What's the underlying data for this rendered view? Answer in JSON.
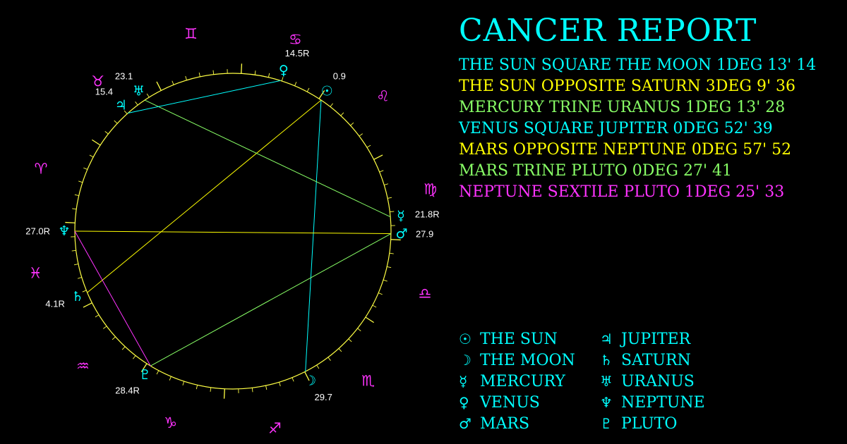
{
  "title": "CANCER REPORT",
  "colors": {
    "background": "#000000",
    "ring": "#ffff44",
    "title": "#00ffff",
    "sign_glyph": "#ff33ff",
    "planet_glyph": "#00ffff",
    "degree_text": "#ffffff"
  },
  "aspects": [
    {
      "text": "THE SUN SQUARE THE MOON 1DEG 13' 14",
      "color": "#00ffff"
    },
    {
      "text": "THE SUN OPPOSITE SATURN 3DEG 9' 36",
      "color": "#ffff00"
    },
    {
      "text": "MERCURY TRINE URANUS 1DEG 13' 28",
      "color": "#88ff66"
    },
    {
      "text": "VENUS SQUARE JUPITER 0DEG 52' 39",
      "color": "#00ffff"
    },
    {
      "text": "MARS OPPOSITE NEPTUNE 0DEG 57' 52",
      "color": "#ffff00"
    },
    {
      "text": "MARS TRINE PLUTO 0DEG 27' 41",
      "color": "#88ff66"
    },
    {
      "text": "NEPTUNE SEXTILE PLUTO 1DEG 25' 33",
      "color": "#ff33ff"
    }
  ],
  "legend": [
    {
      "glyph": "☉",
      "icon": "sun-icon",
      "name": "THE SUN"
    },
    {
      "glyph": "☽",
      "icon": "moon-icon",
      "name": "THE MOON"
    },
    {
      "glyph": "☿",
      "icon": "mercury-icon",
      "name": "MERCURY"
    },
    {
      "glyph": "♀",
      "icon": "venus-icon",
      "name": "VENUS"
    },
    {
      "glyph": "♂",
      "icon": "mars-icon",
      "name": "MARS"
    },
    {
      "glyph": "♃",
      "icon": "jupiter-icon",
      "name": "JUPITER"
    },
    {
      "glyph": "♄",
      "icon": "saturn-icon",
      "name": "SATURN"
    },
    {
      "glyph": "♅",
      "icon": "uranus-icon",
      "name": "URANUS"
    },
    {
      "glyph": "♆",
      "icon": "neptune-icon",
      "name": "NEPTUNE"
    },
    {
      "glyph": "♇",
      "icon": "pluto-icon",
      "name": "PLUTO"
    }
  ],
  "wheel": {
    "signs": [
      {
        "glyph": "♈",
        "name": "aries",
        "longitude": 15
      },
      {
        "glyph": "♉",
        "name": "taurus",
        "longitude": 45
      },
      {
        "glyph": "♊",
        "name": "gemini",
        "longitude": 75
      },
      {
        "glyph": "♋",
        "name": "cancer",
        "longitude": 105
      },
      {
        "glyph": "♌",
        "name": "leo",
        "longitude": 135
      },
      {
        "glyph": "♍",
        "name": "virgo",
        "longitude": 165
      },
      {
        "glyph": "♎",
        "name": "libra",
        "longitude": 195
      },
      {
        "glyph": "♏",
        "name": "scorpio",
        "longitude": 225
      },
      {
        "glyph": "♐",
        "name": "sagittarius",
        "longitude": 255
      },
      {
        "glyph": "♑",
        "name": "capricorn",
        "longitude": 285
      },
      {
        "glyph": "♒",
        "name": "aquarius",
        "longitude": 315
      },
      {
        "glyph": "♓",
        "name": "pisces",
        "longitude": 345
      }
    ],
    "planets": [
      {
        "key": "sun",
        "glyph": "☉",
        "icon": "sun-icon",
        "degree": "0.9",
        "longitude": 120.9
      },
      {
        "key": "moon",
        "glyph": "☽",
        "icon": "moon-icon",
        "degree": "29.7",
        "longitude": 239.7
      },
      {
        "key": "mercury",
        "glyph": "☿",
        "icon": "mercury-icon",
        "degree": "21.8R",
        "longitude": 171.8
      },
      {
        "key": "venus",
        "glyph": "♀",
        "icon": "venus-icon",
        "degree": "14.5R",
        "longitude": 104.5
      },
      {
        "key": "mars",
        "glyph": "♂",
        "icon": "mars-icon",
        "degree": "27.9",
        "longitude": 177.9
      },
      {
        "key": "jupiter",
        "glyph": "♃",
        "icon": "jupiter-icon",
        "degree": "15.4",
        "longitude": 45.4
      },
      {
        "key": "saturn",
        "glyph": "♄",
        "icon": "saturn-icon",
        "degree": "4.1R",
        "longitude": 334.1
      },
      {
        "key": "uranus",
        "glyph": "♅",
        "icon": "uranus-icon",
        "degree": "23.1",
        "longitude": 53.1
      },
      {
        "key": "neptune",
        "glyph": "♆",
        "icon": "neptune-icon",
        "degree": "27.0R",
        "longitude": 357.0
      },
      {
        "key": "pluto",
        "glyph": "♇",
        "icon": "pluto-icon",
        "degree": "28.4R",
        "longitude": 298.4
      }
    ],
    "aspect_lines": [
      {
        "from": "sun",
        "to": "moon",
        "color": "#00ffff"
      },
      {
        "from": "sun",
        "to": "saturn",
        "color": "#ffff00"
      },
      {
        "from": "mercury",
        "to": "uranus",
        "color": "#88ff66"
      },
      {
        "from": "venus",
        "to": "jupiter",
        "color": "#00ffff"
      },
      {
        "from": "mars",
        "to": "neptune",
        "color": "#ffff00"
      },
      {
        "from": "mars",
        "to": "pluto",
        "color": "#88ff66"
      },
      {
        "from": "neptune",
        "to": "pluto",
        "color": "#ff33ff"
      }
    ]
  }
}
